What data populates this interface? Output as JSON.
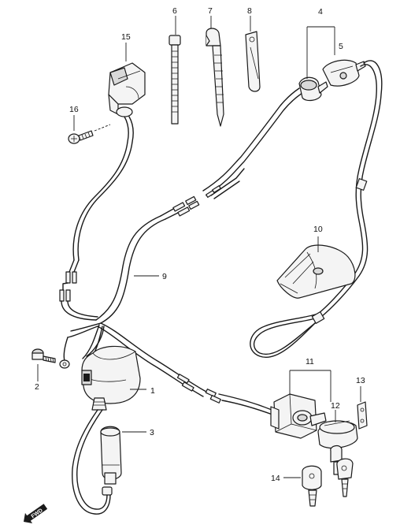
{
  "diagram": {
    "callouts": [
      "1",
      "2",
      "3",
      "4",
      "5",
      "6",
      "7",
      "8",
      "9",
      "10",
      "11",
      "12",
      "13",
      "14",
      "15",
      "16"
    ],
    "direction_badge": "FWD"
  }
}
